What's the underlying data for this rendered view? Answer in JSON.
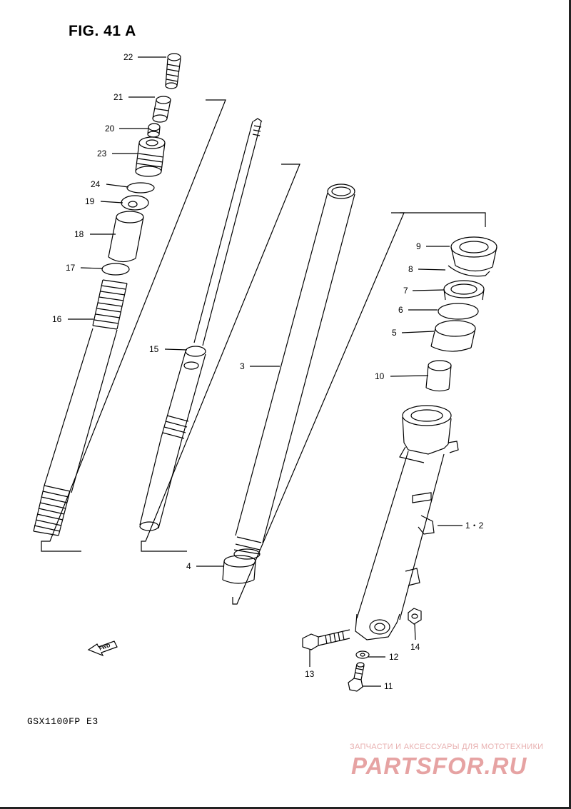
{
  "title": "FIG. 41 A",
  "model": "GSX1100FP E3",
  "fwd_label": "FWD",
  "watermark": {
    "line1": "ЗАПЧАСТИ И АКСЕССУАРЫ ДЛЯ МОТОТЕХНИКИ",
    "logo": "PARTSFOR.RU"
  },
  "callouts": {
    "c22": "22",
    "c21": "21",
    "c20": "20",
    "c23": "23",
    "c24": "24",
    "c19": "19",
    "c18": "18",
    "c17": "17",
    "c16": "16",
    "c15": "15",
    "c3": "3",
    "c4": "4",
    "c9": "9",
    "c8": "8",
    "c7": "7",
    "c6": "6",
    "c5": "5",
    "c10": "10",
    "c1_2": "1・2",
    "c13": "13",
    "c14": "14",
    "c12": "12",
    "c11": "11"
  }
}
